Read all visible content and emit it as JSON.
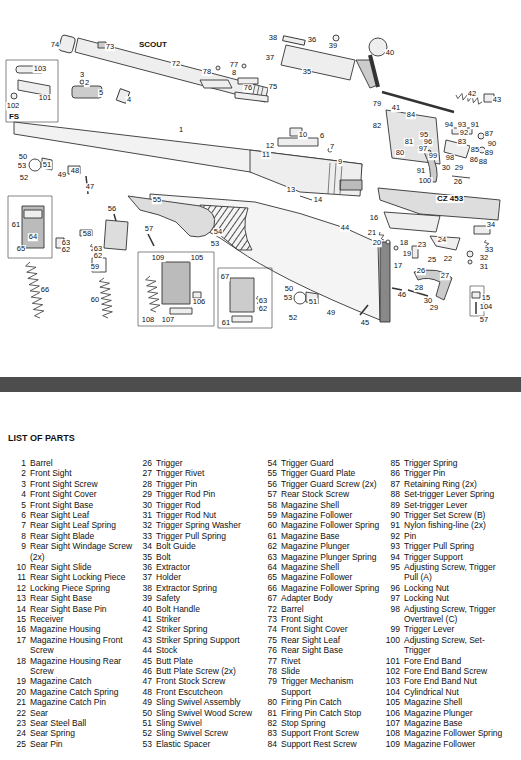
{
  "diagram": {
    "title": "LIST OF PARTS",
    "labels": [
      "74",
      "73",
      "SCOUT",
      "72",
      "103",
      "101",
      "102",
      "FS",
      "3",
      "2",
      "5",
      "4",
      "78",
      "77",
      "8",
      "76",
      "75",
      "38",
      "36",
      "39",
      "40",
      "37",
      "35",
      "41",
      "42",
      "43",
      "1",
      "79",
      "84",
      "82",
      "94",
      "93",
      "91",
      "95",
      "92",
      "87",
      "81",
      "96",
      "83",
      "90",
      "97",
      "85",
      "89",
      "80",
      "99",
      "98",
      "86",
      "88",
      "30",
      "29",
      "91",
      "100",
      "26",
      "CZ 453",
      "12",
      "10",
      "6",
      "11",
      "7",
      "9",
      "13",
      "14",
      "50",
      "53",
      "51",
      "52",
      "49",
      "48",
      "47",
      "61",
      "64",
      "65",
      "63",
      "62",
      "66",
      "56",
      "55",
      "58",
      "63",
      "62",
      "59",
      "60",
      "57",
      "54",
      "53",
      "109",
      "105",
      "106",
      "108",
      "107",
      "67",
      "63",
      "62",
      "61",
      "50",
      "53",
      "51",
      "52",
      "49",
      "44",
      "45",
      "46",
      "16",
      "21",
      "20",
      "18",
      "19",
      "23",
      "24",
      "34",
      "17",
      "25",
      "22",
      "33",
      "32",
      "31",
      "26",
      "28",
      "27",
      "30",
      "29",
      "15",
      "104",
      "57",
      "1",
      "Barrel",
      "2",
      "Front Sight",
      "3",
      "Front Sight Screw",
      "4",
      "Front Sight Cover",
      "5",
      "Front Sight Base",
      "6",
      "Rear Sight Leaf",
      "7",
      "Rear Sight Leaf Spring",
      "8",
      "Rear Sight Blade",
      "9",
      "Rear Sight Windage Screw (2x)",
      "10",
      "Rear Sight Slide",
      "11",
      "Rear Sight Locking Piece",
      "12",
      "Locking Piece Spring",
      "13",
      "Rear Sight Base",
      "14",
      "Rear Sight Base Pin",
      "15",
      "Receiver",
      "16",
      "Magazine Housing",
      "17",
      "Magazine Housing Front Screw",
      "18",
      "Magazine Housing Rear Screw",
      "19",
      "Magazine Catch",
      "20",
      "Magazine Catch Spring",
      "21",
      "Magazine Catch Pin",
      "22",
      "Sear",
      "23",
      "Sear Steel Ball",
      "24",
      "Sear Spring",
      "25",
      "Sear Pin",
      "26",
      "Trigger",
      "27",
      "Trigger Rivet",
      "28",
      "Trigger Pin",
      "29",
      "Trigger Rod Pin",
      "30",
      "Trigger Rod",
      "31",
      "Trigger Rod Nut",
      "32",
      "Trigger Spring Washer",
      "33",
      "Trigger Pull Spring",
      "34",
      "Bolt Guide",
      "35",
      "Bolt",
      "36",
      "Extractor",
      "37",
      "Holder",
      "38",
      "Extractor Spring",
      "39",
      "Safety",
      "40",
      "Bolt Handle",
      "41",
      "Striker",
      "42",
      "Striker Spring",
      "43",
      "Striker Spring Support",
      "44",
      "Stock",
      "45",
      "Butt Plate",
      "46",
      "Butt Plate Screw (2x)",
      "47",
      "Front Stock Screw",
      "48",
      "Front Escutcheon",
      "49",
      "Sling Swivel Assembly",
      "50",
      "Sling Swivel Wood Screw",
      "51",
      "Sling Swivel",
      "52",
      "Sling Swivel Screw",
      "53",
      "Elastic Spacer",
      "54",
      "Trigger Guard",
      "55",
      "Trigger Guard Plate",
      "56",
      "Trigger Guard Screw (2x)",
      "57",
      "Rear Stock Screw",
      "58",
      "Magazine Shell",
      "59",
      "Magazine Follower",
      "60",
      "Magazine Follower Spring",
      "61",
      "Magazine Base",
      "62",
      "Magazine Plunger",
      "63",
      "Magazine Plunger Spring",
      "64",
      "Magazine Shell",
      "65",
      "Magazine Follower",
      "66",
      "Magazine Follower Spring",
      "67",
      "Adapter Body",
      "72",
      "Barrel",
      "73",
      "Front Sight",
      "74",
      "Front Sight Cover",
      "75",
      "Rear Sight Leaf",
      "76",
      "Rear Sight Base",
      "77",
      "Rivet",
      "78",
      "Slide",
      "79",
      "Trigger Mechanism Support",
      "80",
      "Firing Pin Catch",
      "81",
      "Firing Pin Catch Stop",
      "82",
      "Stop Spring",
      "83",
      "Support Front Screw",
      "84",
      "Support Rest Screw",
      "85",
      "Trigger Spring",
      "86",
      "Trigger Pin",
      "87",
      "Retaining Ring (2x)",
      "88",
      "Set-trigger Lever Spring",
      "89",
      "Set-trigger Lever",
      "90",
      "Trigger Set Screw (B)",
      "91",
      "Nylon fishing-line (2x)",
      "92",
      "Pin",
      "93",
      "Trigger Pull Spring",
      "94",
      "Trigger Support",
      "95",
      "Adjusting Screw, Trigger Pull (A)",
      "96",
      "Locking Nut",
      "97",
      "Locking Nut",
      "98",
      "Adjusting Screw, Trigger Overtravel (C)",
      "99",
      "Trigger Lever",
      "100",
      "Adjusting Screw, Set-Trigger",
      "101",
      "Fore End Band",
      "102",
      "Fore End Band Screw",
      "103",
      "Fore End Band Nut",
      "104",
      "Cylindrical Nut",
      "105",
      "Magazine Shell",
      "106",
      "Magazine Plunger",
      "107",
      "Magazine Base",
      "108",
      "Magazine Follower Spring",
      "109",
      "Magazine Follower"
    ]
  }
}
